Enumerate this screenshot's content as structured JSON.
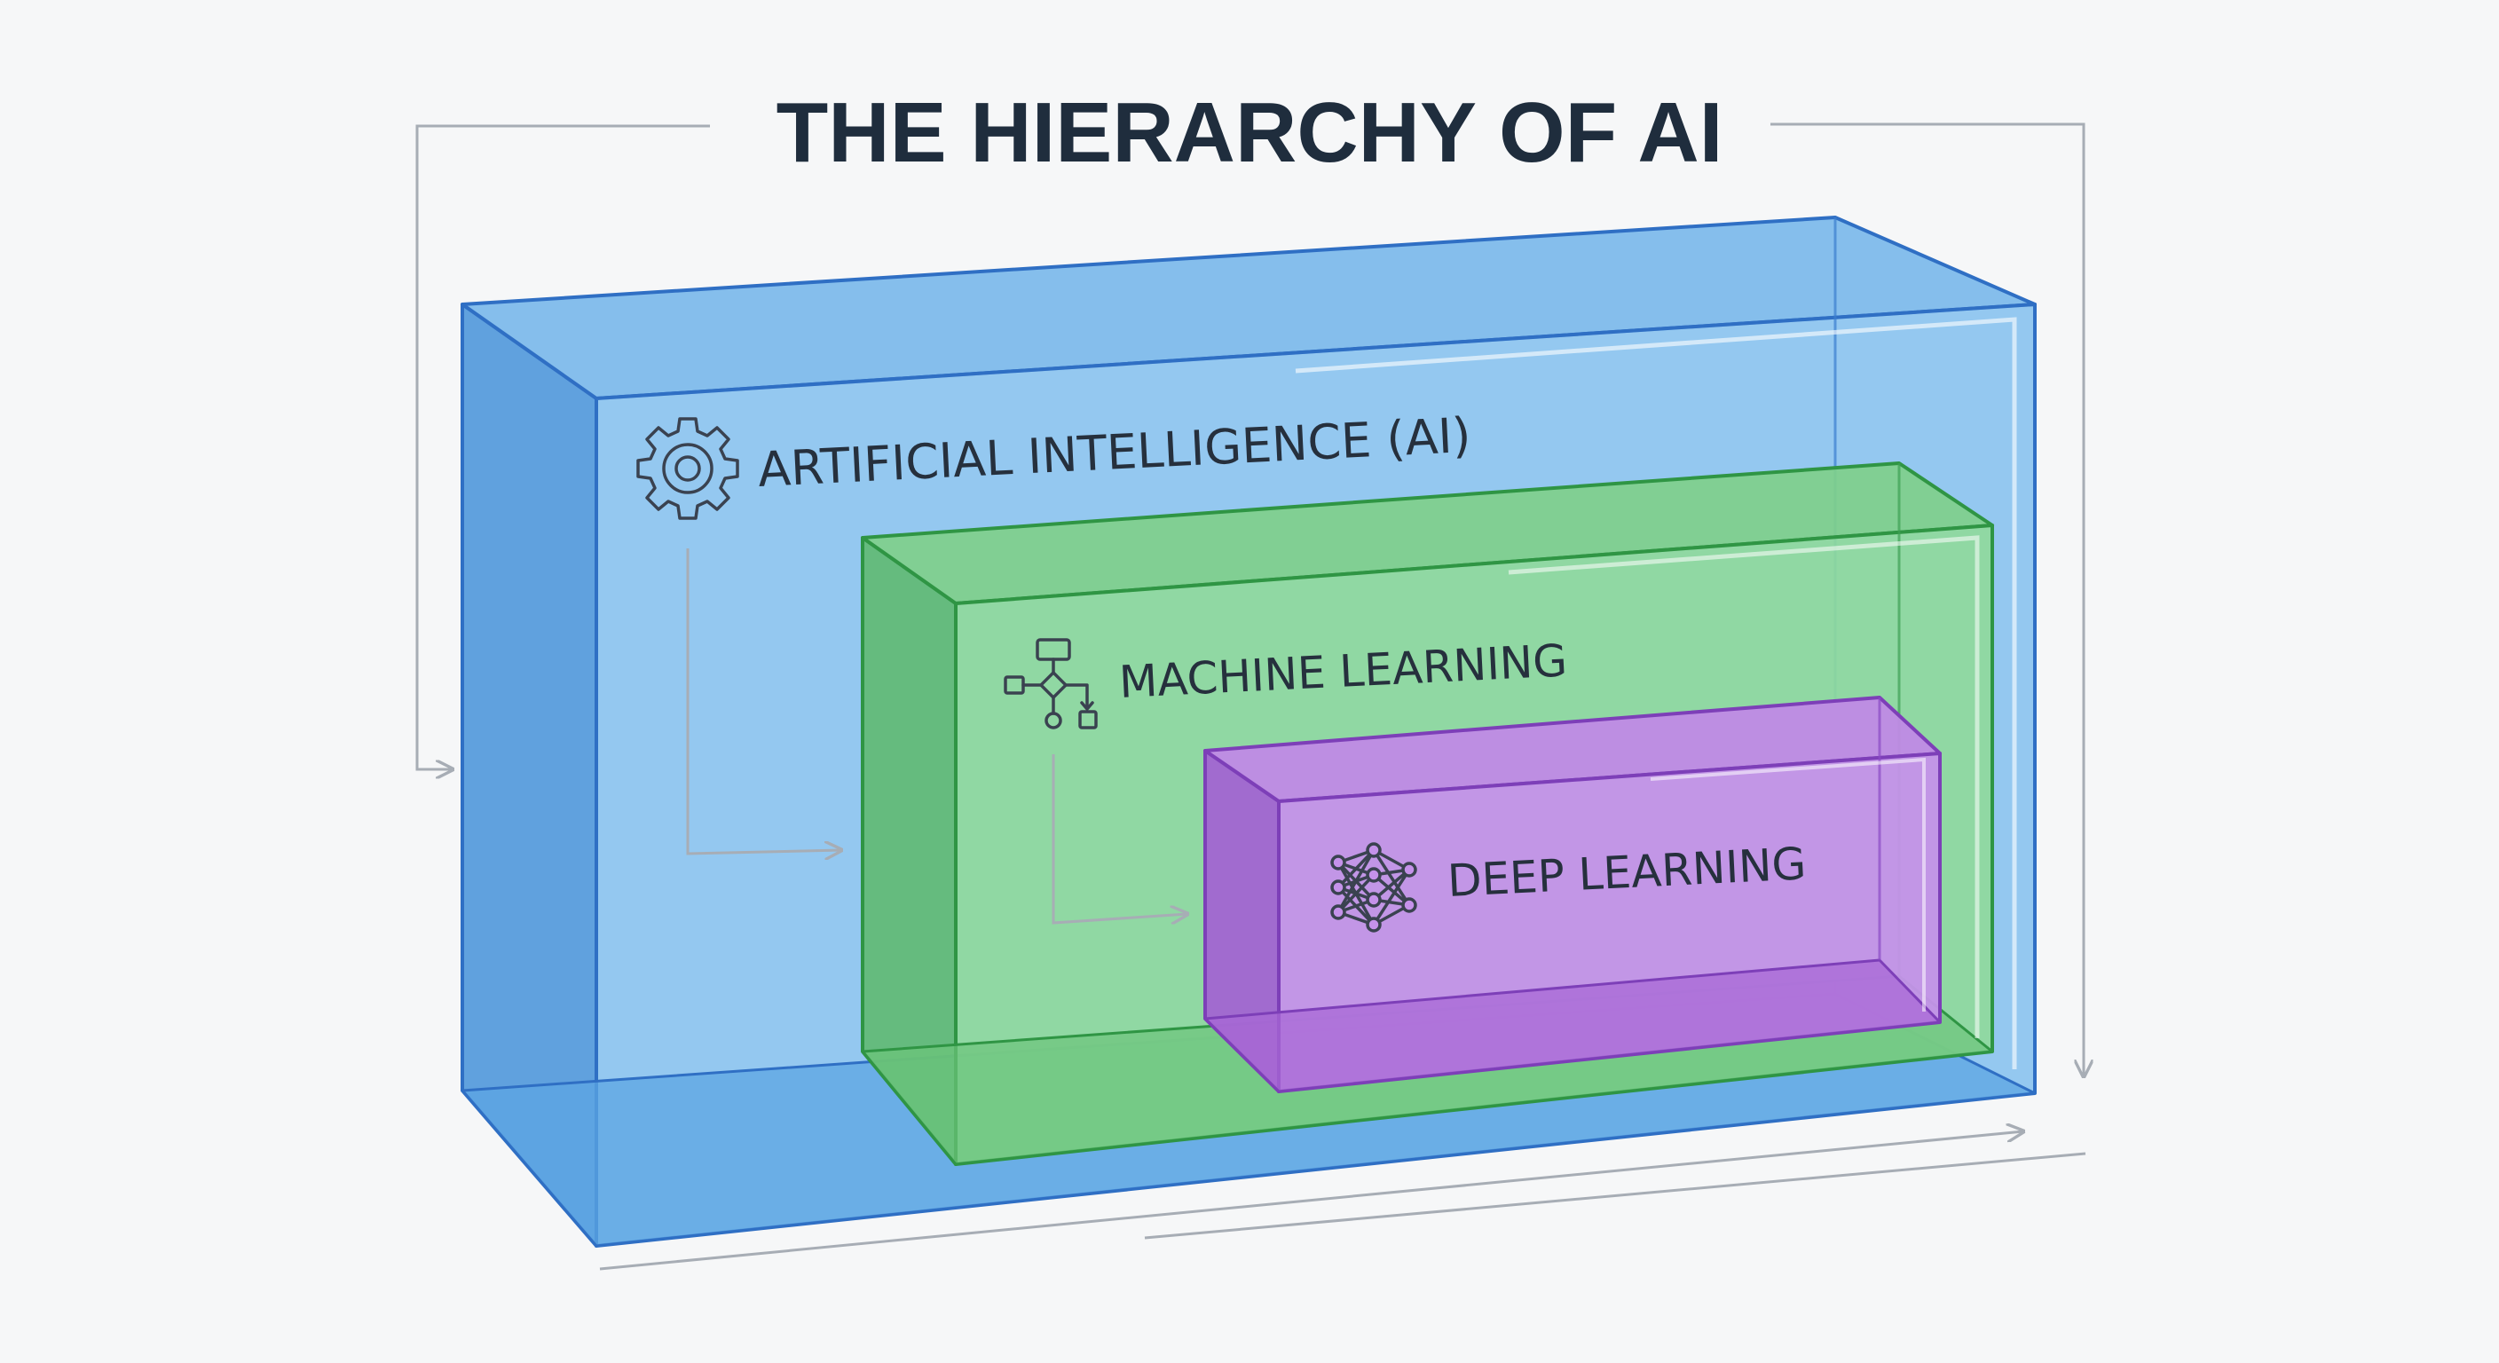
{
  "title": "THE HIERARCHY OF AI",
  "layers": {
    "ai": {
      "label": "ARTIFICIAL INTELLIGENCE (AI)",
      "icon": "gear-icon",
      "color": "#5aa5e6"
    },
    "ml": {
      "label": "MACHINE LEARNING",
      "icon": "flowchart-icon",
      "color": "#6cc77a"
    },
    "dl": {
      "label": "DEEP LEARNING",
      "icon": "neural-network-icon",
      "color": "#b478e0"
    }
  }
}
